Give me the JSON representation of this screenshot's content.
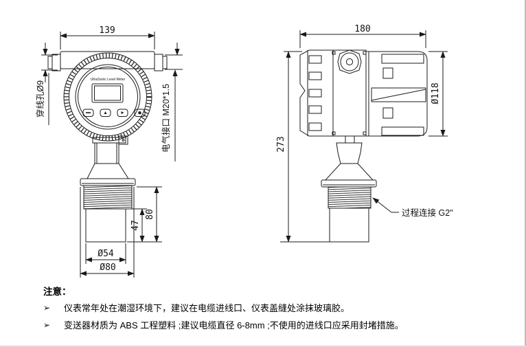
{
  "front_view": {
    "width_dim": "139",
    "wire_hole_label": "穿线孔Ø9",
    "electrical_port_label": "电气接口 M20*1.5",
    "brand": "UltraSonic Level Meter",
    "thread_total_height_dim": "80",
    "probe_tip_height_dim": "47",
    "probe_tip_dia_dim": "Ø54",
    "flange_dia_dim": "Ø80"
  },
  "side_view": {
    "width_dim": "180",
    "height_dim": "273",
    "housing_dia_dim": "Ø118",
    "process_connection_label": "过程连接 G2\""
  },
  "icons": {
    "keypad_keys": [
      "menu-key",
      "up-key",
      "right-key",
      "enter-key"
    ],
    "cable_gland": "cable-gland-circle"
  },
  "notes": {
    "title": "注意：",
    "bullet_char": "➢",
    "items": [
      "仪表常年处在潮湿环境下，建议在电缆进线口、仪表盖缝处涂抹玻璃胶。",
      "变送器材质为 ABS 工程塑料 ;建议电缆直径 6-8mm ;不使用的进线口应采用封堵措施。"
    ]
  },
  "colors": {
    "line": "#1a1a1a",
    "background": "#ffffff"
  }
}
